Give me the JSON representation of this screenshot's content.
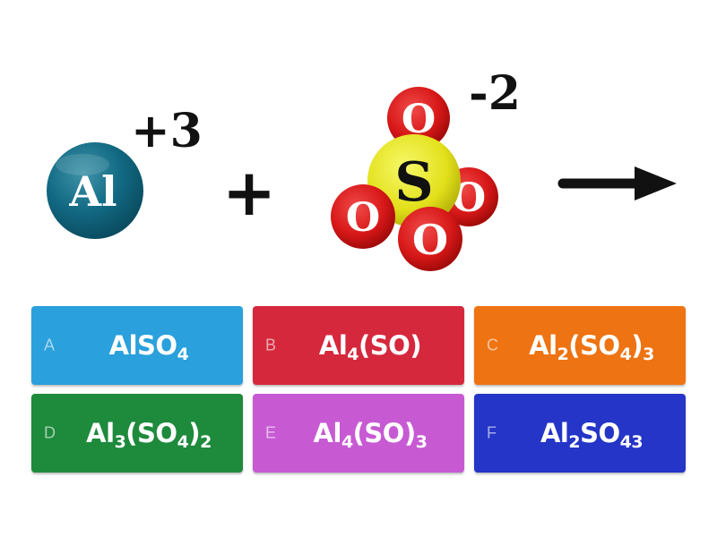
{
  "question": {
    "aluminum_ion": {
      "symbol": "Al",
      "charge": "+3"
    },
    "plus_sign": "+",
    "sulfate_ion": {
      "center_symbol": "S",
      "oxygen_symbol": "O",
      "charge": "-2"
    }
  },
  "answers": [
    {
      "letter": "A",
      "color": "#2aa0dc",
      "parts": [
        {
          "t": "AlSO"
        },
        {
          "t": "4",
          "sub": true
        }
      ]
    },
    {
      "letter": "B",
      "color": "#d5283d",
      "parts": [
        {
          "t": "Al"
        },
        {
          "t": "4",
          "sub": true
        },
        {
          "t": "(SO)"
        }
      ]
    },
    {
      "letter": "C",
      "color": "#ee7312",
      "parts": [
        {
          "t": "Al"
        },
        {
          "t": "2",
          "sub": true
        },
        {
          "t": "(SO"
        },
        {
          "t": "4",
          "sub": true
        },
        {
          "t": ")"
        },
        {
          "t": "3",
          "sub": true
        }
      ]
    },
    {
      "letter": "D",
      "color": "#1e8a3c",
      "parts": [
        {
          "t": "Al"
        },
        {
          "t": "3",
          "sub": true
        },
        {
          "t": "(SO"
        },
        {
          "t": "4",
          "sub": true
        },
        {
          "t": ")"
        },
        {
          "t": "2",
          "sub": true
        }
      ]
    },
    {
      "letter": "E",
      "color": "#c75ad3",
      "parts": [
        {
          "t": "Al"
        },
        {
          "t": "4",
          "sub": true
        },
        {
          "t": "(SO)"
        },
        {
          "t": "3",
          "sub": true
        }
      ]
    },
    {
      "letter": "F",
      "color": "#2435c7",
      "parts": [
        {
          "t": "Al"
        },
        {
          "t": "2",
          "sub": true
        },
        {
          "t": "SO"
        },
        {
          "t": "43",
          "sub": true
        }
      ]
    }
  ]
}
